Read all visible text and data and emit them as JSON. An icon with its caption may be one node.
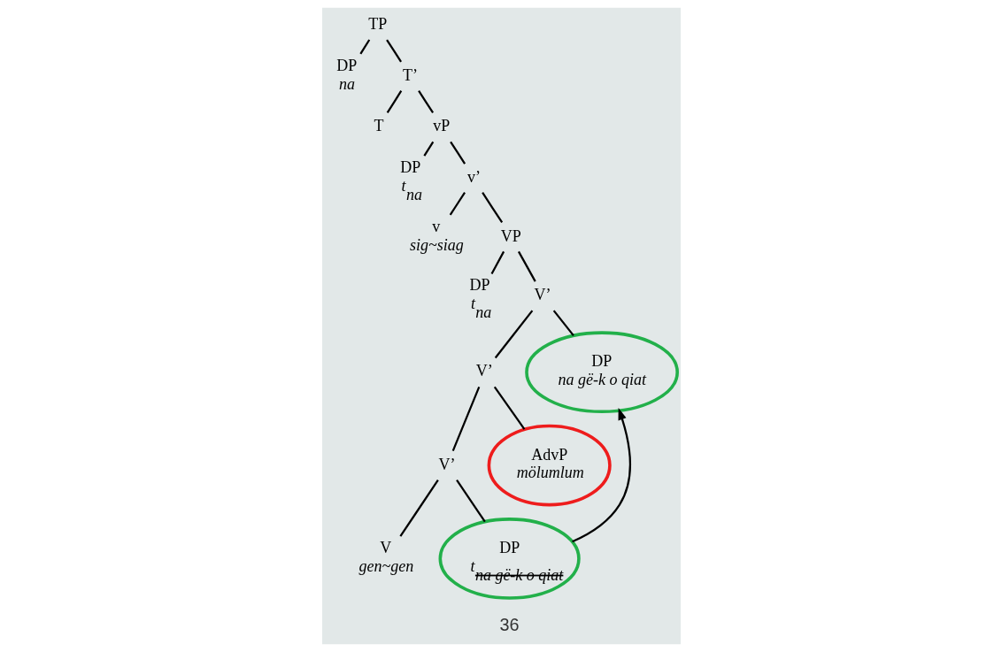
{
  "diagram": {
    "nodes": [
      {
        "text": [
          "TP"
        ]
      },
      {
        "text": [
          "DP",
          "na"
        ]
      },
      {
        "text": [
          "T’"
        ]
      },
      {
        "text": [
          "T"
        ]
      },
      {
        "text": [
          "vP"
        ]
      },
      {
        "text": [
          "DP",
          "t$_{na}$"
        ]
      },
      {
        "text": [
          "v’"
        ]
      },
      {
        "text": [
          "v",
          "sig~siag"
        ]
      },
      {
        "text": [
          "VP"
        ]
      },
      {
        "text": [
          "DP",
          "t$_{na}$"
        ]
      },
      {
        "text": [
          "V’"
        ]
      },
      {
        "text": [
          "V’"
        ]
      },
      {
        "text": [
          "DP",
          "na gë-k o qiat"
        ]
      },
      {
        "text": [
          "V’"
        ]
      },
      {
        "text": [
          "AdvP",
          "mölumlum"
        ]
      },
      {
        "text": [
          "V",
          "gen~gen"
        ]
      },
      {
        "text": [
          "DP",
          "t$_{na gë-k o qiat}$"
        ]
      }
    ],
    "edges": [
      {
        "from": 0,
        "to": 1,
        "arrow": "none"
      },
      {
        "from": 0,
        "to": 2,
        "arrow": "none"
      },
      {
        "from": 2,
        "to": 3,
        "arrow": "none"
      },
      {
        "from": 2,
        "to": 4,
        "arrow": "none"
      },
      {
        "from": 4,
        "to": 5,
        "arrow": "none"
      },
      {
        "from": 4,
        "to": 6,
        "arrow": "none"
      },
      {
        "from": 6,
        "to": 7,
        "arrow": "none"
      },
      {
        "from": 6,
        "to": 8,
        "arrow": "none"
      },
      {
        "from": 8,
        "to": 9,
        "arrow": "none"
      },
      {
        "from": 8,
        "to": 10,
        "arrow": "none"
      },
      {
        "from": 10,
        "to": 11,
        "arrow": "none"
      },
      {
        "from": 10,
        "to": 12,
        "arrow": "none"
      },
      {
        "from": 11,
        "to": 13,
        "arrow": "none"
      },
      {
        "from": 11,
        "to": 14,
        "arrow": "none"
      },
      {
        "from": 13,
        "to": 15,
        "arrow": "none"
      },
      {
        "from": 13,
        "to": 16,
        "arrow": "none"
      },
      {
        "from": 16,
        "to": 12,
        "arrow": "to"
      }
    ],
    "labels": [
      "36"
    ]
  }
}
